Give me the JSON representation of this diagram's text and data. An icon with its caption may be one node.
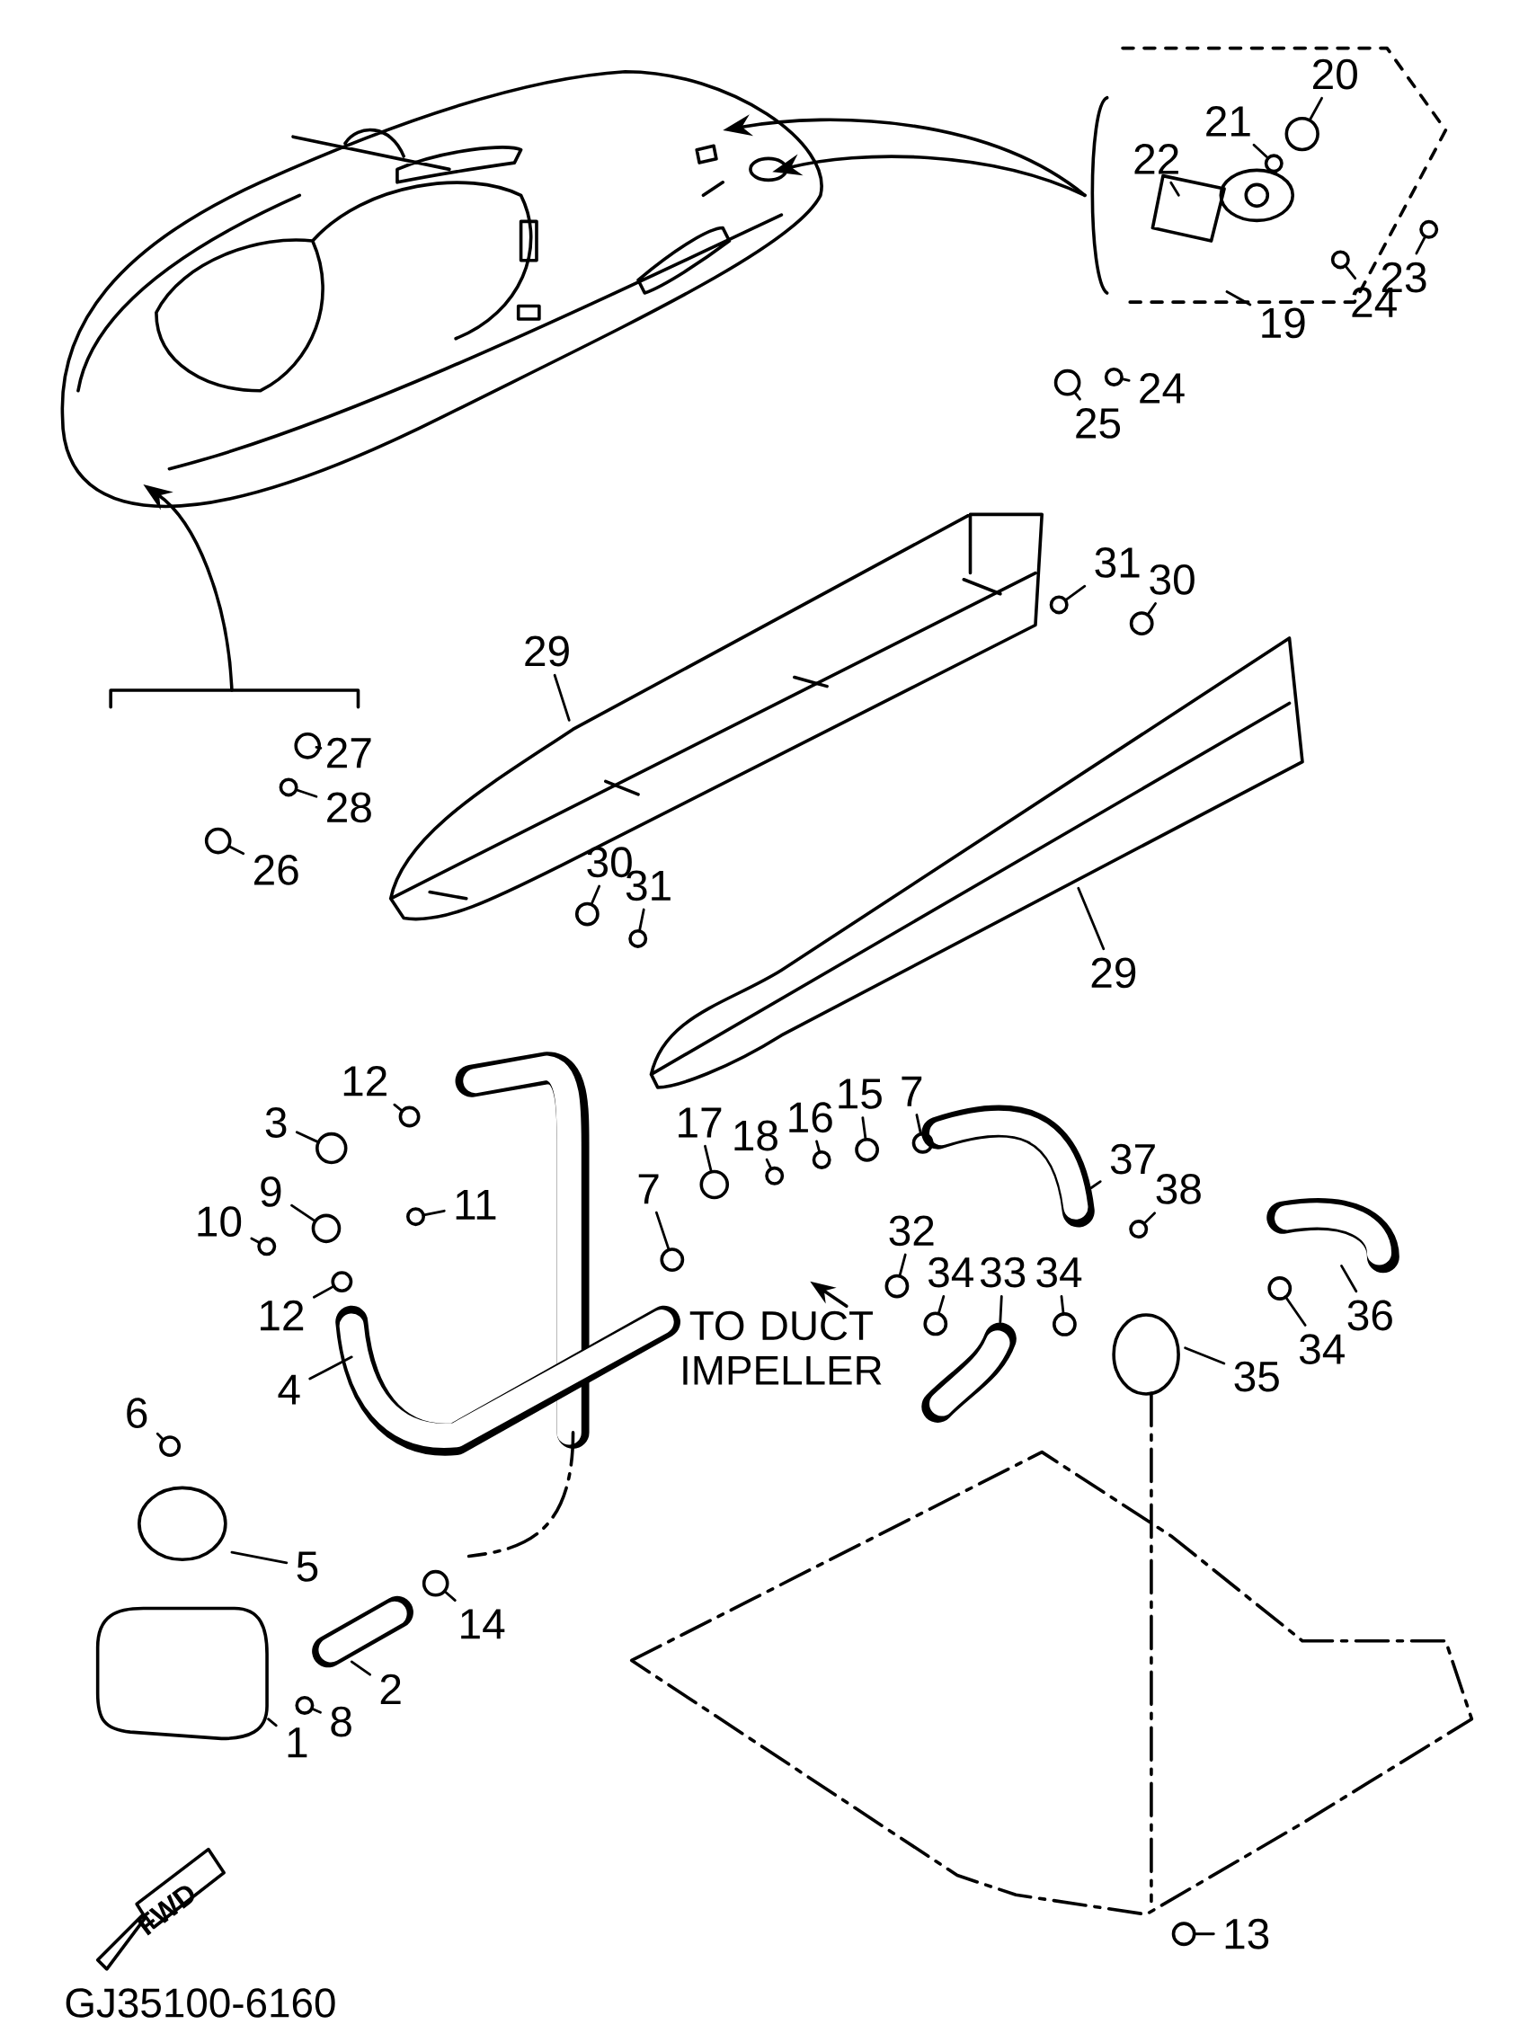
{
  "diagram": {
    "nodes": [
      {
        "text": [
          "20"
        ]
      },
      {
        "text": [
          "21"
        ]
      },
      {
        "text": [
          "22"
        ]
      },
      {
        "text": [
          "23"
        ]
      },
      {
        "text": [
          "24"
        ]
      },
      {
        "text": [
          "19"
        ]
      },
      {
        "text": [
          "24"
        ]
      },
      {
        "text": [
          "25"
        ]
      },
      {
        "text": [
          "31"
        ]
      },
      {
        "text": [
          "30"
        ]
      },
      {
        "text": [
          "29"
        ]
      },
      {
        "text": [
          "27"
        ]
      },
      {
        "text": [
          "28"
        ]
      },
      {
        "text": [
          "26"
        ]
      },
      {
        "text": [
          "30"
        ]
      },
      {
        "text": [
          "31"
        ]
      },
      {
        "text": [
          "29"
        ]
      },
      {
        "text": [
          "12"
        ]
      },
      {
        "text": [
          "3"
        ]
      },
      {
        "text": [
          "17"
        ]
      },
      {
        "text": [
          "18"
        ]
      },
      {
        "text": [
          "16"
        ]
      },
      {
        "text": [
          "15"
        ]
      },
      {
        "text": [
          "7"
        ]
      },
      {
        "text": [
          "37"
        ]
      },
      {
        "text": [
          "38"
        ]
      },
      {
        "text": [
          "9"
        ]
      },
      {
        "text": [
          "11"
        ]
      },
      {
        "text": [
          "10"
        ]
      },
      {
        "text": [
          "7"
        ]
      },
      {
        "text": [
          "32"
        ]
      },
      {
        "text": [
          "34"
        ]
      },
      {
        "text": [
          "33"
        ]
      },
      {
        "text": [
          "34"
        ]
      },
      {
        "text": [
          "36"
        ]
      },
      {
        "text": [
          "12"
        ]
      },
      {
        "text": [
          "34"
        ]
      },
      {
        "text": [
          "35"
        ]
      },
      {
        "text": [
          "4"
        ]
      },
      {
        "text": [
          "6"
        ]
      },
      {
        "text": [
          "5"
        ]
      },
      {
        "text": [
          "14"
        ]
      },
      {
        "text": [
          "2"
        ]
      },
      {
        "text": [
          "8"
        ]
      },
      {
        "text": [
          "1"
        ]
      },
      {
        "text": [
          "13"
        ]
      },
      {
        "text": [],
        "shape": "circle"
      },
      {
        "text": [],
        "shape": "circle"
      },
      {
        "text": [],
        "shape": "circle"
      },
      {
        "text": [],
        "shape": "circle"
      },
      {
        "text": [],
        "shape": "circle"
      },
      {
        "text": [],
        "shape": "circle"
      },
      {
        "text": [],
        "shape": "circle"
      },
      {
        "text": [],
        "shape": "circle"
      },
      {
        "text": [],
        "shape": "circle"
      },
      {
        "text": [],
        "shape": "circle"
      },
      {
        "text": [],
        "shape": "circle"
      },
      {
        "text": [],
        "shape": "circle"
      },
      {
        "text": [],
        "shape": "circle"
      },
      {
        "text": [],
        "shape": "circle"
      },
      {
        "text": [],
        "shape": "circle"
      },
      {
        "text": [],
        "shape": "circle"
      },
      {
        "text": [],
        "shape": "circle"
      },
      {
        "text": [],
        "shape": "circle"
      },
      {
        "text": [],
        "shape": "circle"
      },
      {
        "text": [],
        "shape": "circle"
      },
      {
        "text": [],
        "shape": "circle"
      },
      {
        "text": [],
        "shape": "circle"
      },
      {
        "text": [],
        "shape": "circle"
      },
      {
        "text": [],
        "shape": "circle"
      },
      {
        "text": [],
        "shape": "circle"
      },
      {
        "text": [],
        "shape": "circle"
      },
      {
        "text": [],
        "shape": "circle"
      },
      {
        "text": [],
        "shape": "circle"
      },
      {
        "text": [],
        "shape": "circle"
      },
      {
        "text": [],
        "shape": "circle"
      },
      {
        "text": [],
        "shape": "circle"
      },
      {
        "text": [],
        "shape": "circle"
      },
      {
        "text": [],
        "shape": "circle"
      },
      {
        "text": [],
        "shape": "circle"
      }
    ],
    "edges": [
      {
        "from": 0,
        "to": 46,
        "arrow": "none"
      },
      {
        "from": 1,
        "to": 47,
        "arrow": "none"
      },
      {
        "from": 2,
        "to": null,
        "arrow": "none"
      },
      {
        "from": 3,
        "to": 48,
        "arrow": "none"
      },
      {
        "from": 4,
        "to": 49,
        "arrow": "none"
      },
      {
        "from": 5,
        "to": null,
        "arrow": "none"
      },
      {
        "from": 6,
        "to": 50,
        "arrow": "none"
      },
      {
        "from": 7,
        "to": 51,
        "arrow": "none"
      },
      {
        "from": 8,
        "to": 52,
        "arrow": "none"
      },
      {
        "from": 9,
        "to": 53,
        "arrow": "none"
      },
      {
        "from": 10,
        "to": null,
        "arrow": "none"
      },
      {
        "from": 11,
        "to": 54,
        "arrow": "none"
      },
      {
        "from": 12,
        "to": 55,
        "arrow": "none"
      },
      {
        "from": 13,
        "to": 56,
        "arrow": "none"
      },
      {
        "from": 14,
        "to": 57,
        "arrow": "none"
      },
      {
        "from": 15,
        "to": 58,
        "arrow": "none"
      },
      {
        "from": 16,
        "to": null,
        "arrow": "none"
      },
      {
        "from": 17,
        "to": 59,
        "arrow": "none"
      },
      {
        "from": 18,
        "to": 60,
        "arrow": "none"
      },
      {
        "from": 19,
        "to": 61,
        "arrow": "none"
      },
      {
        "from": 20,
        "to": 62,
        "arrow": "none"
      },
      {
        "from": 21,
        "to": 63,
        "arrow": "none"
      },
      {
        "from": 22,
        "to": 64,
        "arrow": "none"
      },
      {
        "from": 23,
        "to": 65,
        "arrow": "none"
      },
      {
        "from": 24,
        "to": null,
        "arrow": "none"
      },
      {
        "from": 25,
        "to": 66,
        "arrow": "none"
      },
      {
        "from": 26,
        "to": 67,
        "arrow": "none"
      },
      {
        "from": 27,
        "to": 68,
        "arrow": "none"
      },
      {
        "from": 28,
        "to": 69,
        "arrow": "none"
      },
      {
        "from": 29,
        "to": 70,
        "arrow": "none"
      },
      {
        "from": 30,
        "to": 71,
        "arrow": "none"
      },
      {
        "from": 31,
        "to": 72,
        "arrow": "none"
      },
      {
        "from": 32,
        "to": null,
        "arrow": "none"
      },
      {
        "from": 33,
        "to": 73,
        "arrow": "none"
      },
      {
        "from": 34,
        "to": null,
        "arrow": "none"
      },
      {
        "from": 35,
        "to": 74,
        "arrow": "none"
      },
      {
        "from": 36,
        "to": 75,
        "arrow": "none"
      },
      {
        "from": 37,
        "to": null,
        "arrow": "none"
      },
      {
        "from": 38,
        "to": null,
        "arrow": "none"
      },
      {
        "from": 39,
        "to": 76,
        "arrow": "none"
      },
      {
        "from": 40,
        "to": null,
        "arrow": "none"
      },
      {
        "from": 41,
        "to": 77,
        "arrow": "none"
      },
      {
        "from": 42,
        "to": null,
        "arrow": "none"
      },
      {
        "from": 43,
        "to": 78,
        "arrow": "none"
      },
      {
        "from": 44,
        "to": null,
        "arrow": "none"
      },
      {
        "from": 45,
        "to": 79,
        "arrow": "none"
      }
    ],
    "labels": [
      "TO DUCT IMPELLER",
      "FWD",
      "GJ35100-6160"
    ]
  }
}
